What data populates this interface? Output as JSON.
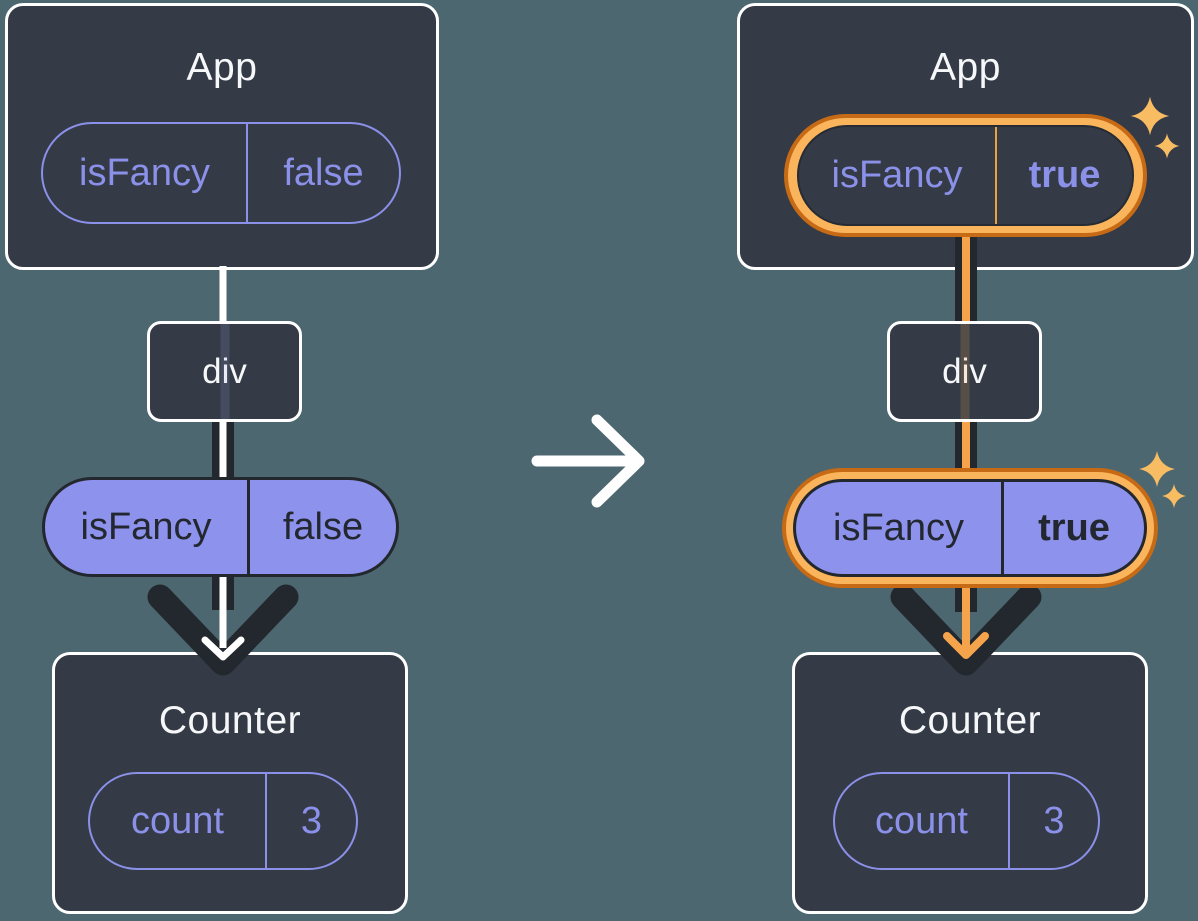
{
  "colors": {
    "background": "#4C6770",
    "panel_fill": "#343A46",
    "panel_border": "#FFFFFF",
    "purple_accent": "#8B90E8",
    "purple_pill_fill": "#8D92EC",
    "dark_line": "#23272E",
    "white_line": "#FFFFFF",
    "orange_ring_outer": "#C76A15",
    "orange_ring_inner": "#F9B45C",
    "orange_core": "#F6A44C",
    "orange_divider": "#E8A33C",
    "sparkle": "#F8BC63",
    "title_text": "#F6F7F9"
  },
  "left_diagram": {
    "app": {
      "title": "App",
      "state_pill": {
        "name": "isFancy",
        "value": "false"
      }
    },
    "div_node": {
      "label": "div"
    },
    "prop_pill": {
      "name": "isFancy",
      "value": "false"
    },
    "counter": {
      "title": "Counter",
      "state_pill": {
        "name": "count",
        "value": "3"
      }
    }
  },
  "right_diagram": {
    "app": {
      "title": "App",
      "state_pill": {
        "name": "isFancy",
        "value": "true"
      }
    },
    "div_node": {
      "label": "div"
    },
    "prop_pill": {
      "name": "isFancy",
      "value": "true"
    },
    "counter": {
      "title": "Counter",
      "state_pill": {
        "name": "count",
        "value": "3"
      }
    }
  }
}
